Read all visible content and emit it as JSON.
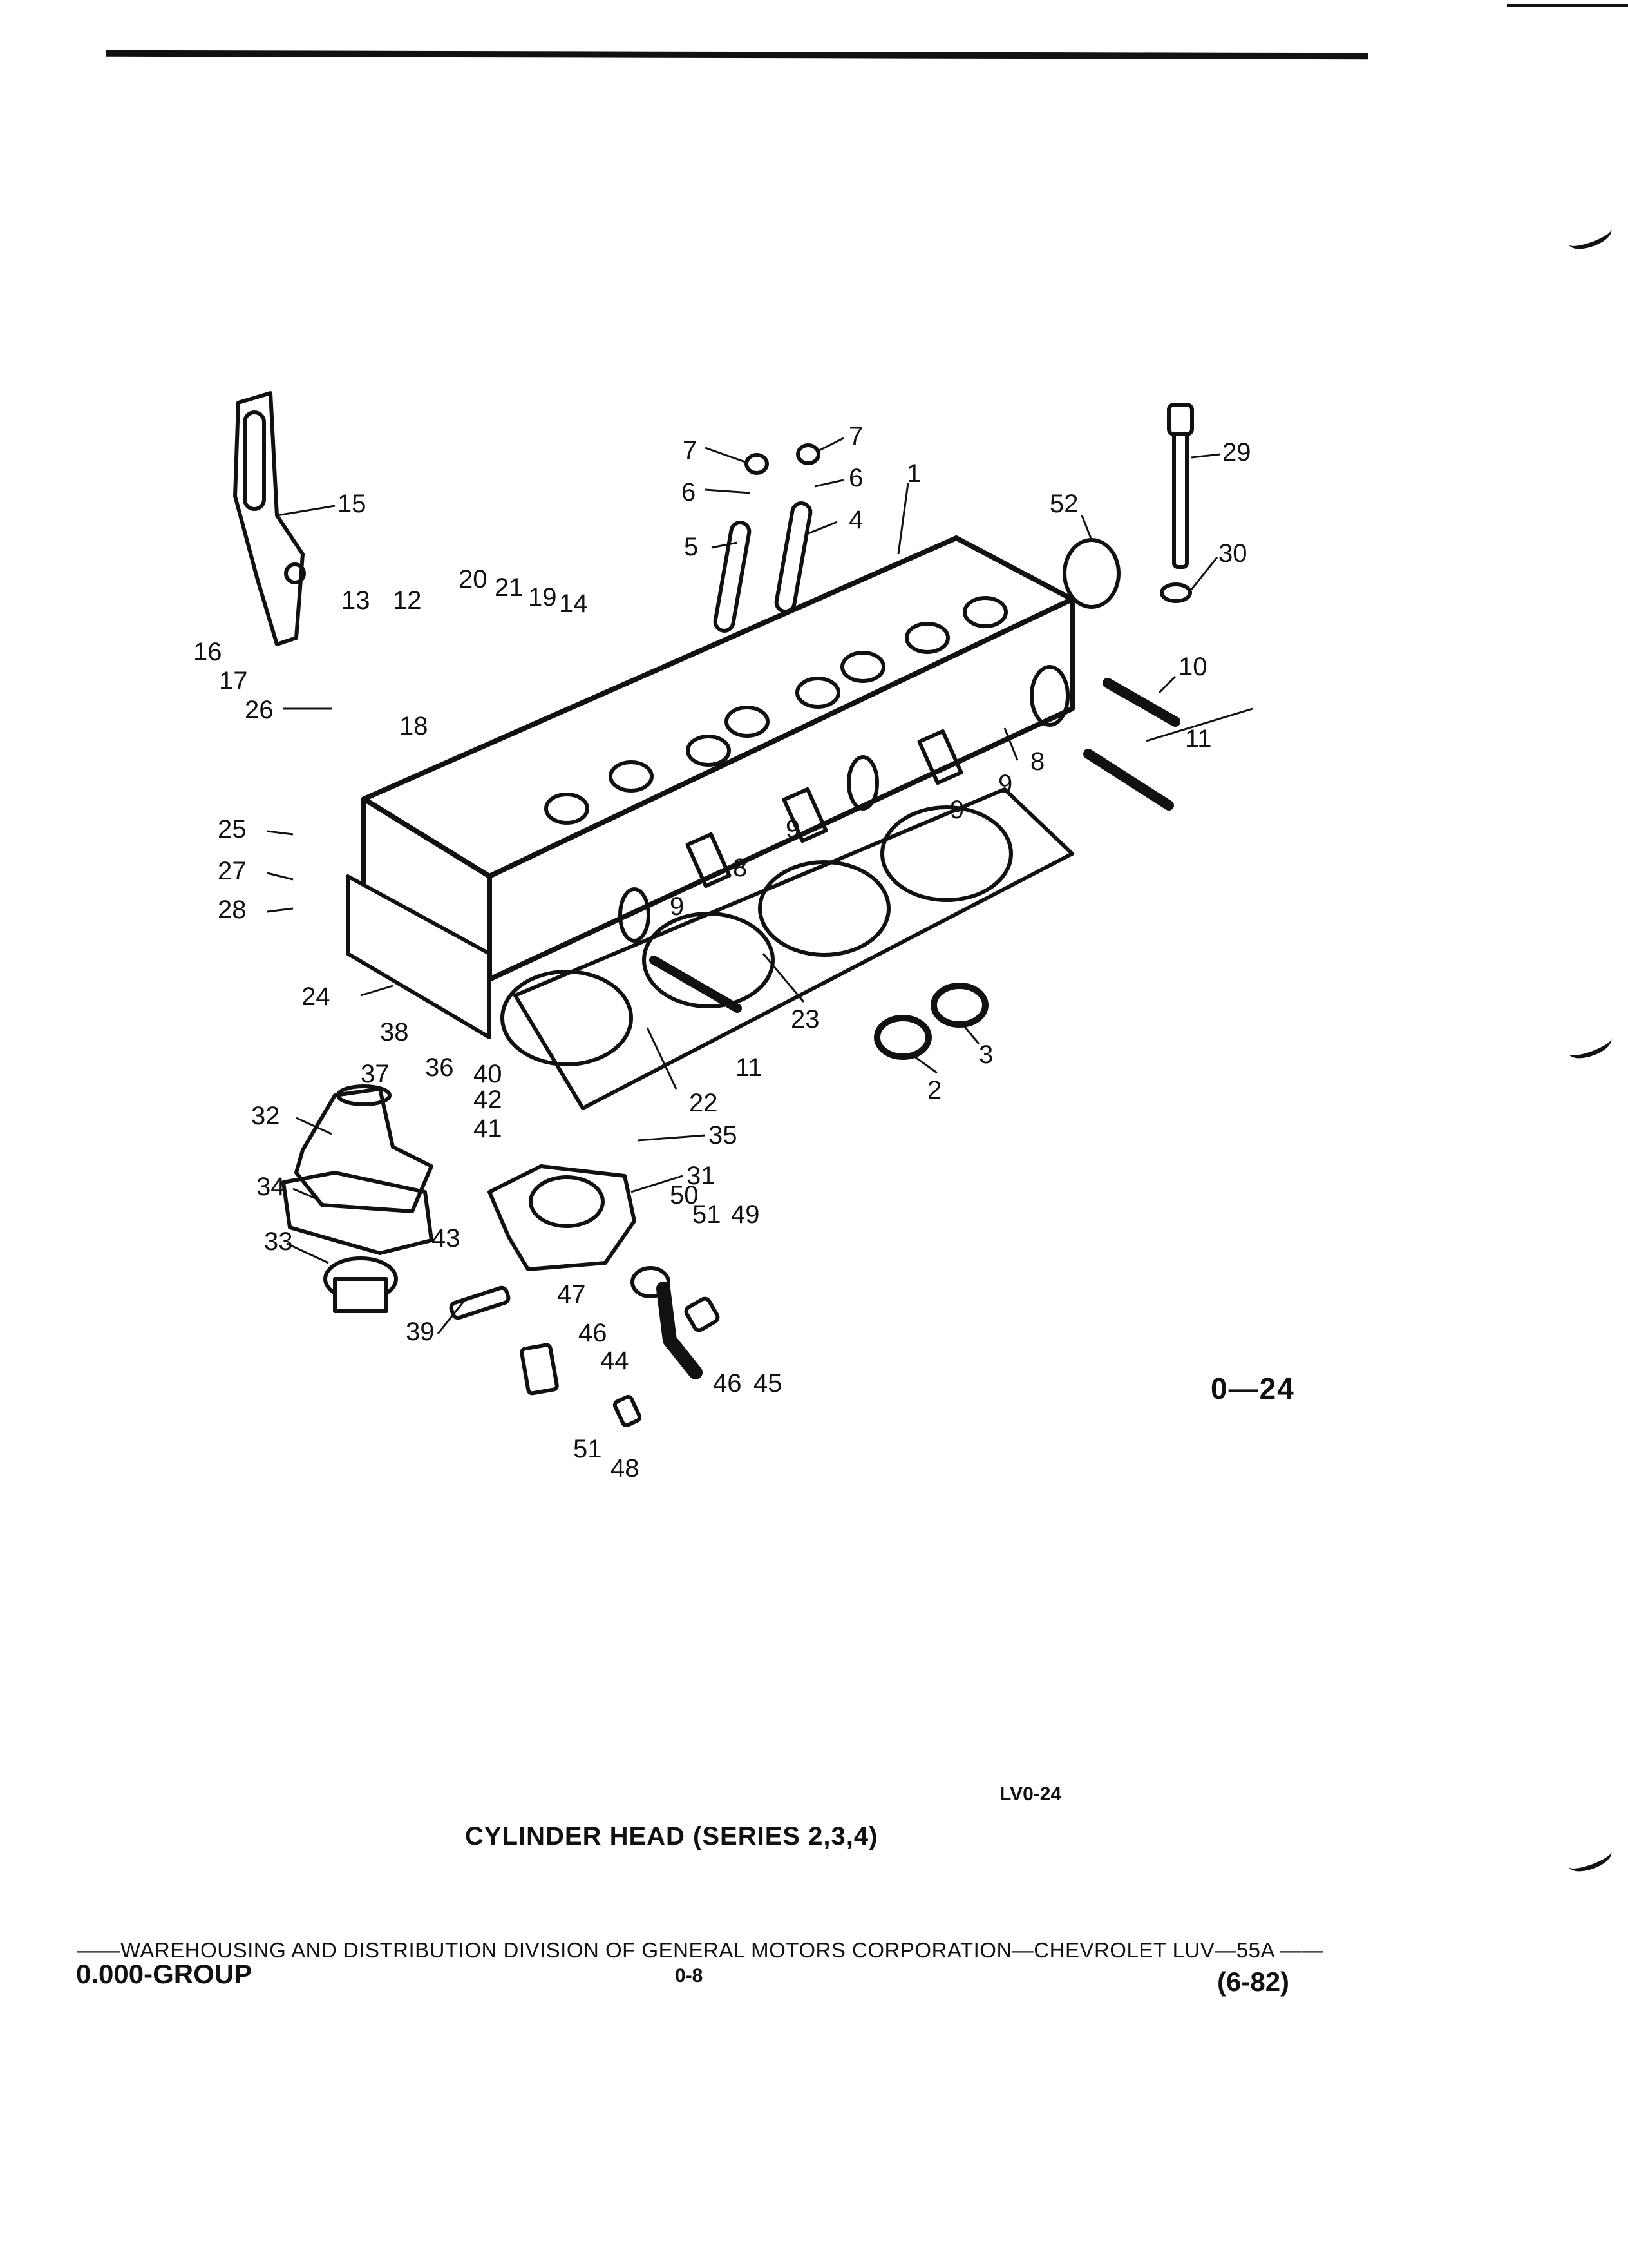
{
  "figure_number": "0—24",
  "reference_code": "LV0-24",
  "caption": "CYLINDER HEAD (SERIES 2,3,4)",
  "footer": {
    "line": "——WAREHOUSING AND DISTRIBUTION DIVISION OF GENERAL MOTORS CORPORATION—CHEVROLET LUV—55A ——",
    "group": "0.000-GROUP",
    "page": "0-8",
    "revision": "(6-82)"
  },
  "callouts": [
    "1",
    "2",
    "3",
    "4",
    "5",
    "6",
    "6",
    "7",
    "7",
    "8",
    "8",
    "9",
    "9",
    "9",
    "9",
    "10",
    "11",
    "11",
    "12",
    "13",
    "14",
    "15",
    "16",
    "17",
    "18",
    "19",
    "20",
    "21",
    "22",
    "23",
    "24",
    "25",
    "26",
    "27",
    "28",
    "29",
    "30",
    "31",
    "32",
    "33",
    "34",
    "35",
    "36",
    "37",
    "38",
    "39",
    "40",
    "41",
    "42",
    "43",
    "44",
    "45",
    "46",
    "46",
    "47",
    "48",
    "49",
    "50",
    "51",
    "51",
    "52"
  ]
}
